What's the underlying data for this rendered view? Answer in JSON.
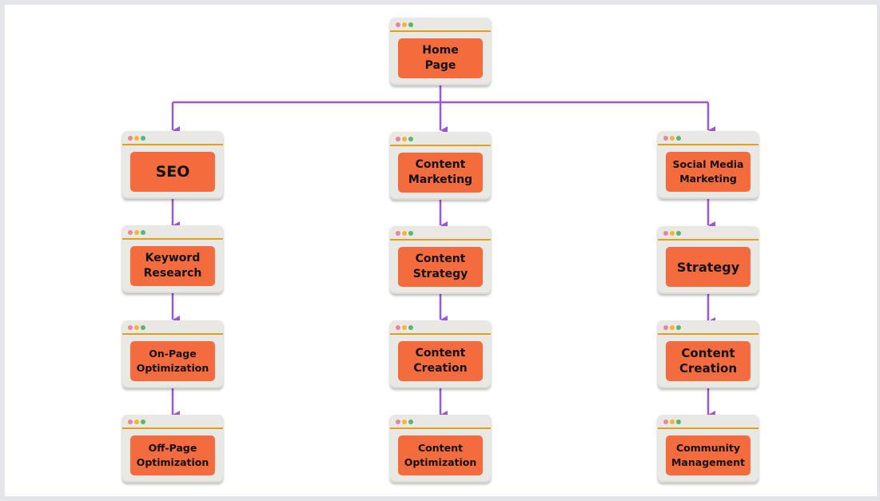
{
  "diagram": {
    "root": {
      "label": "Home\nPage"
    },
    "branches": [
      {
        "title": "SEO",
        "steps": [
          "Keyword\nResearch",
          "On-Page\nOptimization",
          "Off-Page\nOptimization"
        ]
      },
      {
        "title": "Content\nMarketing",
        "steps": [
          "Content\nStrategy",
          "Content\nCreation",
          "Content\nOptimization"
        ]
      },
      {
        "title": "Social Media\nMarketing",
        "steps": [
          "Strategy",
          "Content\nCreation",
          "Community\nManagement"
        ]
      }
    ]
  },
  "colors": {
    "connector": "#9b59d0",
    "label_fill": "#f46b3e",
    "window_frame": "#e9e8e5",
    "accent_bar": "#e0a21c"
  }
}
